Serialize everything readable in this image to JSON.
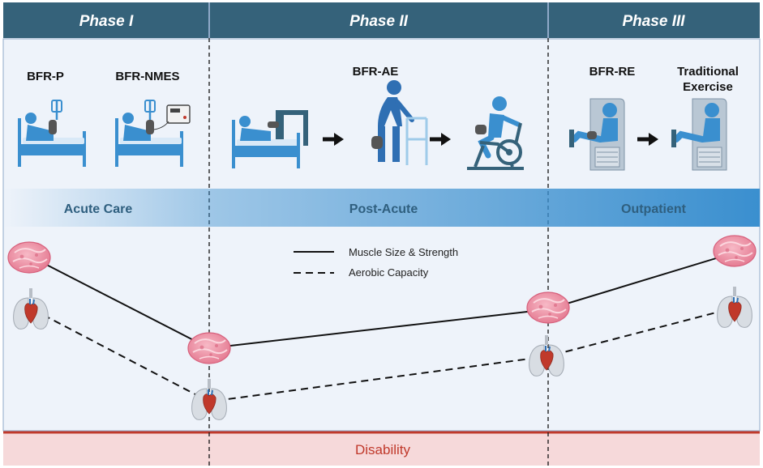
{
  "phases": [
    {
      "title": "Phase I"
    },
    {
      "title": "Phase II"
    },
    {
      "title": "Phase III"
    }
  ],
  "interventions": {
    "bfr_p": "BFR-P",
    "bfr_nmes": "BFR-NMES",
    "bfr_ae": "BFR-AE",
    "bfr_re": "BFR-RE",
    "traditional_line1": "Traditional",
    "traditional_line2": "Exercise"
  },
  "settings": {
    "acute": "Acute Care",
    "post_acute": "Post-Acute",
    "outpatient": "Outpatient"
  },
  "legend": {
    "solid": "Muscle Size & Strength",
    "dashed": "Aerobic Capacity"
  },
  "footer": {
    "label": "Disability"
  },
  "icons": [
    "patient-bed-icon",
    "patient-bed-nmes-icon",
    "patient-bed-exercise-icon",
    "walker-icon",
    "stationary-bike-icon",
    "leg-press-bfr-icon",
    "leg-press-icon",
    "muscle-icon",
    "lungs-heart-icon",
    "arrow-right-icon"
  ],
  "colors": {
    "header_bg": "#35627a",
    "panel_bg": "#eef3fa",
    "setting_band": "#3a8fcf",
    "disability_fill": "#f6d9da",
    "disability_line": "#c0392b",
    "muscle": "#e97f95",
    "heart": "#c0392b"
  }
}
